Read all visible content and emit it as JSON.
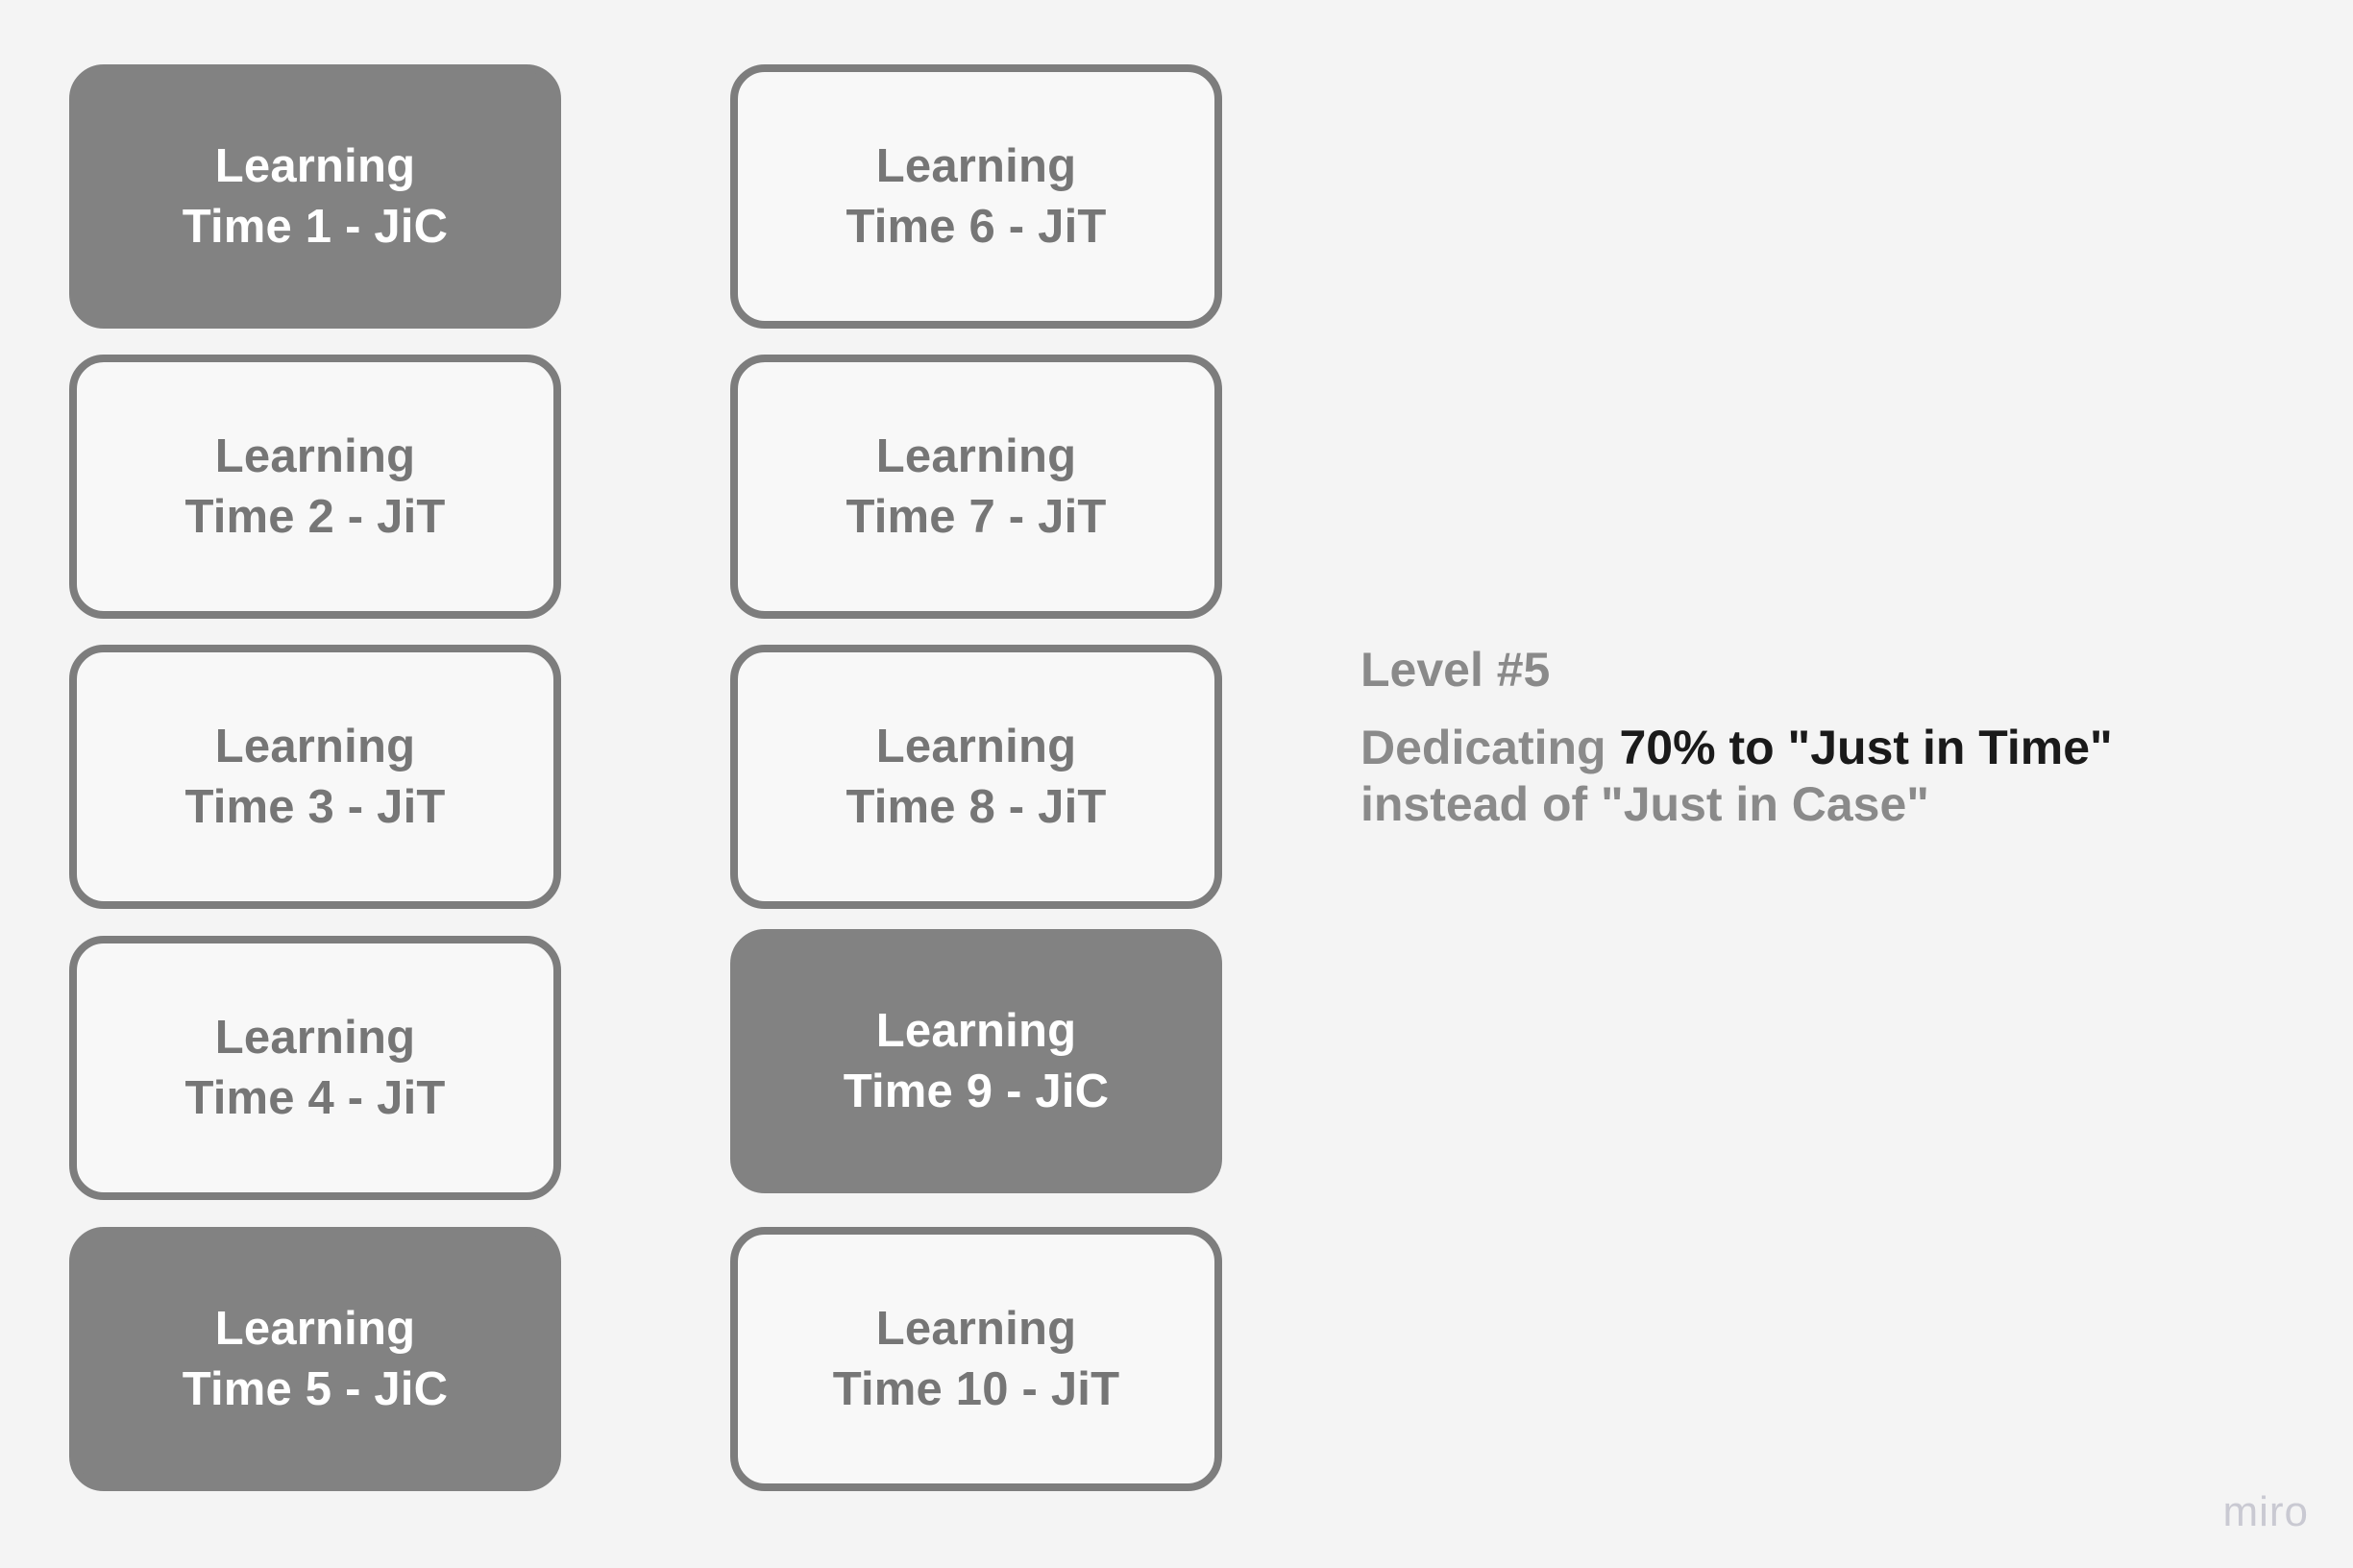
{
  "canvas": {
    "background_color": "#f4f4f4",
    "watermark": "miro"
  },
  "palette": {
    "filled_card_fill": "#828282",
    "filled_card_text": "#ffffff",
    "outline_card_fill": "#f8f8f8",
    "outline_card_border": "#7d7d7d",
    "outline_card_text": "#767676",
    "annotation_text": "#8a8a8a",
    "annotation_emphasis": "#1a1a1a"
  },
  "columns": [
    {
      "name": "column-1",
      "cards": [
        {
          "line1": "Learning",
          "line2": "Time 1 - JiC",
          "style": "filled",
          "mode": "JiC"
        },
        {
          "line1": "Learning",
          "line2": "Time 2 - JiT",
          "style": "outline",
          "mode": "JiT"
        },
        {
          "line1": "Learning",
          "line2": "Time 3 - JiT",
          "style": "outline",
          "mode": "JiT"
        },
        {
          "line1": "Learning",
          "line2": "Time 4 - JiT",
          "style": "outline",
          "mode": "JiT"
        },
        {
          "line1": "Learning",
          "line2": "Time 5 - JiC",
          "style": "filled",
          "mode": "JiC"
        }
      ]
    },
    {
      "name": "column-2",
      "cards": [
        {
          "line1": "Learning",
          "line2": "Time 6 - JiT",
          "style": "outline",
          "mode": "JiT"
        },
        {
          "line1": "Learning",
          "line2": "Time 7 - JiT",
          "style": "outline",
          "mode": "JiT"
        },
        {
          "line1": "Learning",
          "line2": "Time 8 - JiT",
          "style": "outline",
          "mode": "JiT"
        },
        {
          "line1": "Learning",
          "line2": "Time 9 - JiC",
          "style": "filled",
          "mode": "JiC"
        },
        {
          "line1": "Learning",
          "line2": "Time 10 - JiT",
          "style": "outline",
          "mode": "JiT"
        }
      ]
    }
  ],
  "annotation": {
    "level": "Level #5",
    "description_prefix": "Dedicating ",
    "description_emphasis": "70% to \"Just in Time\"",
    "description_suffix": "instead of \"Just in Case\""
  }
}
